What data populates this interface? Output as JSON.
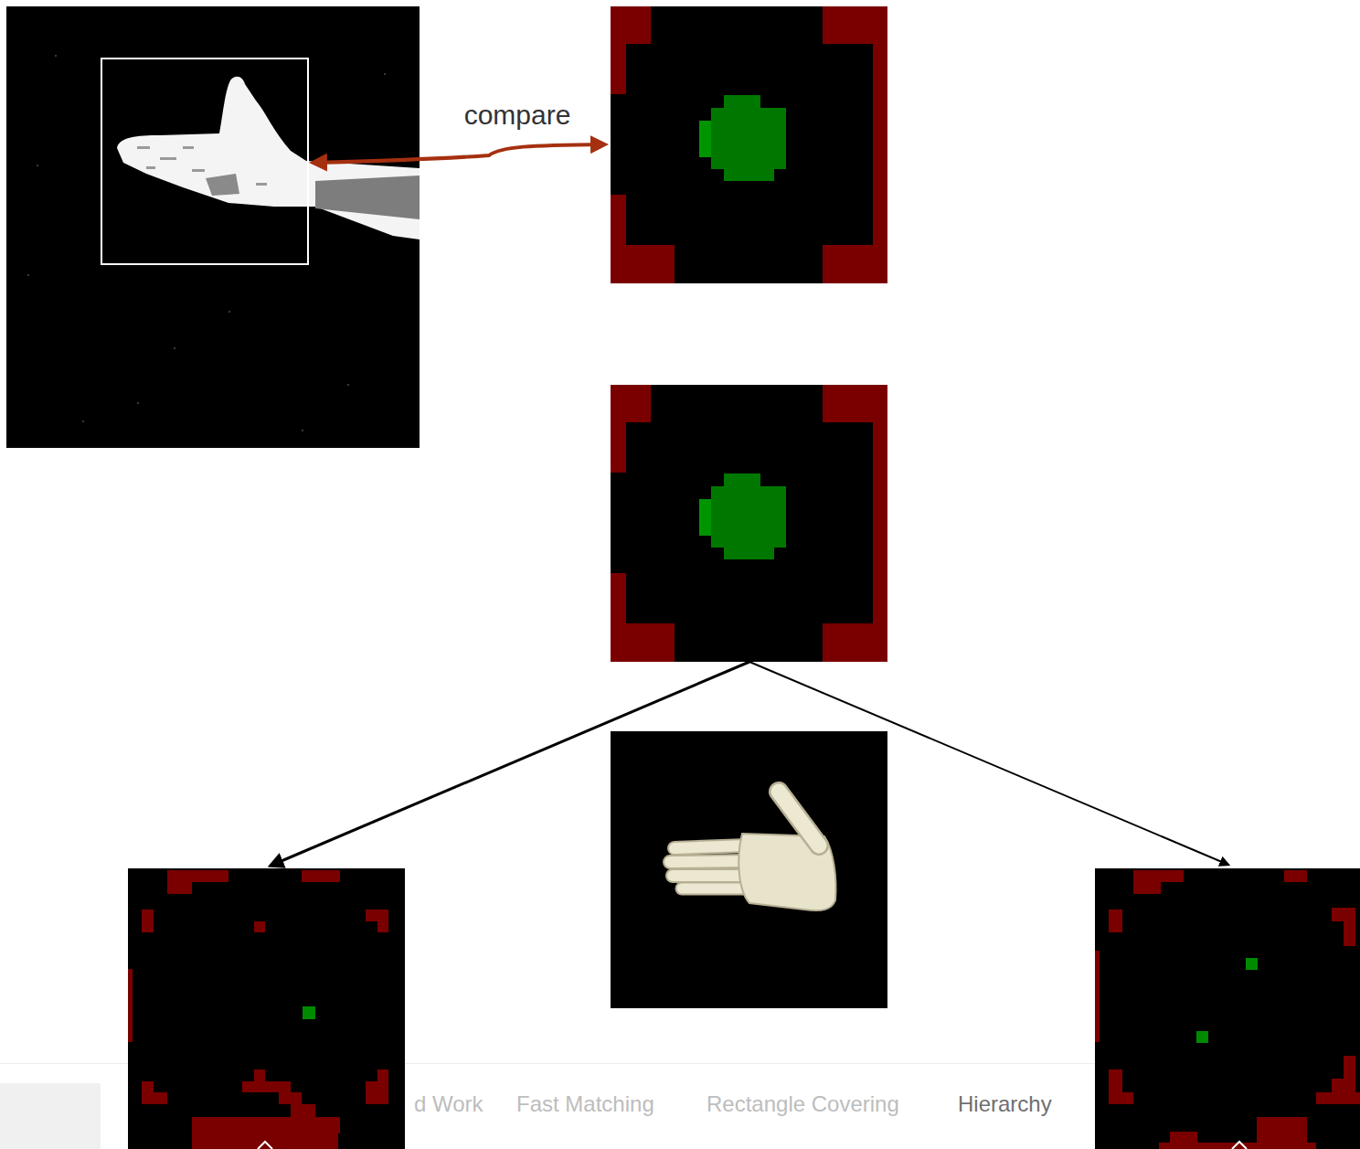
{
  "diagram": {
    "labels": [
      "compare",
      "d Work",
      "Fast Matching",
      "Rectangle Covering",
      "Hierarchy"
    ]
  }
}
